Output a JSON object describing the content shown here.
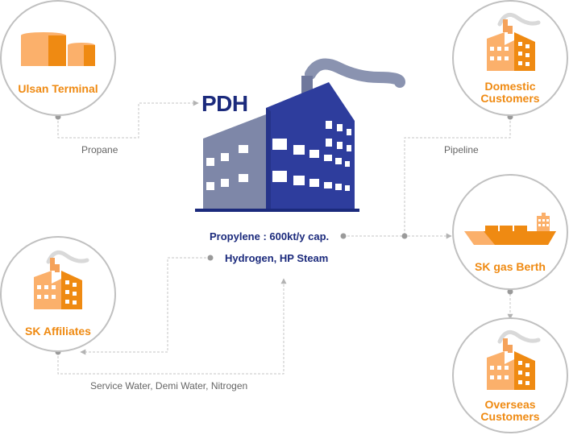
{
  "colors": {
    "accent_orange": "#ef8a12",
    "light_orange": "#fbb06b",
    "navy": "#1b2a7c",
    "blue": "#2e3d9d",
    "slate": "#7e87a8",
    "circle_stroke": "#bfbfbf",
    "line_gray": "#c4c4c4",
    "dot_gray": "#9a9a9a"
  },
  "center": {
    "title": "PDH",
    "outputs": [
      "Propylene : 600kt/y cap.",
      "Hydrogen, HP Steam"
    ]
  },
  "nodes": {
    "ulsan": {
      "label": "Ulsan Terminal",
      "icon": "storage-tanks-icon"
    },
    "domestic": {
      "label_line1": "Domestic",
      "label_line2": "Customers",
      "icon": "factory-icon"
    },
    "berth": {
      "label": "SK gas Berth",
      "icon": "ship-icon"
    },
    "affiliates": {
      "label": "SK Affiliates",
      "icon": "factory-icon"
    },
    "overseas": {
      "label_line1": "Overseas",
      "label_line2": "Customers",
      "icon": "factory-icon"
    }
  },
  "edges": {
    "propane": "Propane",
    "pipeline": "Pipeline",
    "utilities": "Service Water, Demi Water, Nitrogen"
  }
}
